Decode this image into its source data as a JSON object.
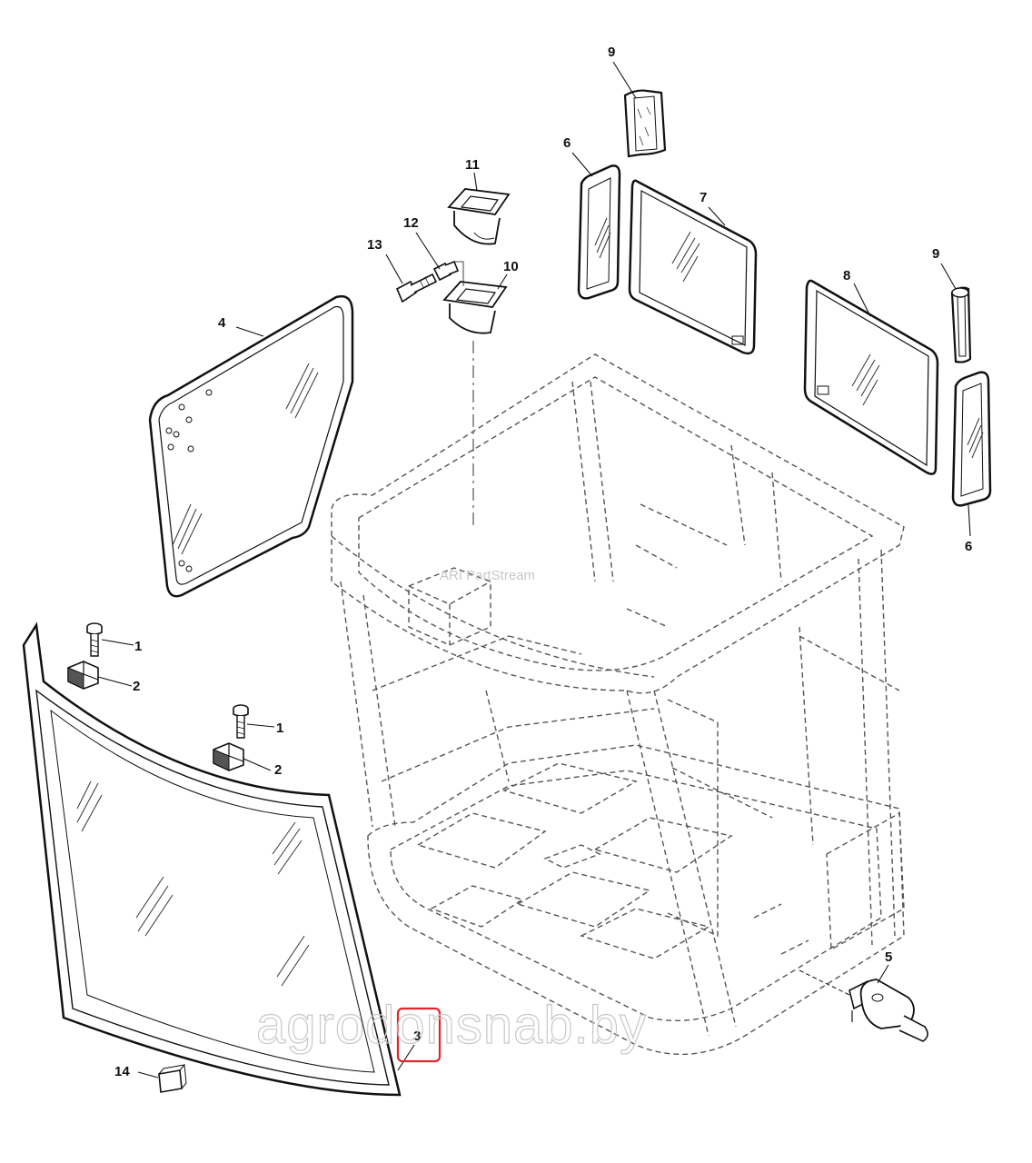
{
  "diagram": {
    "watermarks": {
      "main": "agrodonsnab.by",
      "small": "ARI PartStream"
    },
    "highlight_color": "#e0262b",
    "callouts": {
      "c1a": "1",
      "c1b": "1",
      "c2a": "2",
      "c2b": "2",
      "c3": "3",
      "c4": "4",
      "c5": "5",
      "c6a": "6",
      "c6b": "6",
      "c7": "7",
      "c8": "8",
      "c9a": "9",
      "c9b": "9",
      "c10": "10",
      "c11": "11",
      "c12": "12",
      "c13": "13",
      "c14": "14"
    }
  }
}
